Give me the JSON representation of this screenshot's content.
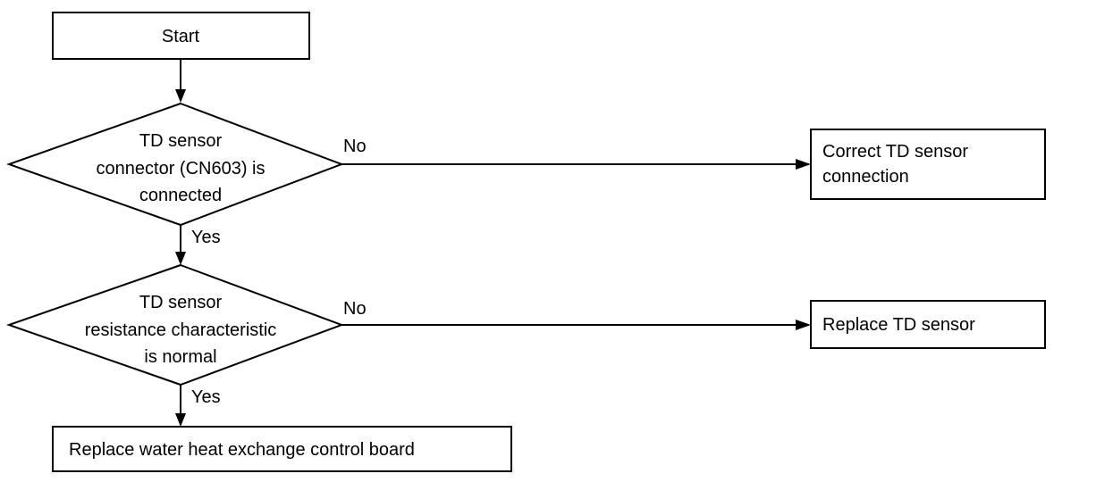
{
  "flowchart": {
    "start": "Start",
    "decision1": {
      "lines": [
        "TD sensor",
        "connector (CN603) is",
        "connected"
      ],
      "no_label": "No",
      "yes_label": "Yes"
    },
    "action1": {
      "lines": [
        "Correct TD sensor",
        "connection"
      ]
    },
    "decision2": {
      "lines": [
        "TD sensor",
        "resistance characteristic",
        "is normal"
      ],
      "no_label": "No",
      "yes_label": "Yes"
    },
    "action2": {
      "lines": [
        "Replace TD sensor"
      ]
    },
    "final": "Replace water heat exchange control board"
  }
}
